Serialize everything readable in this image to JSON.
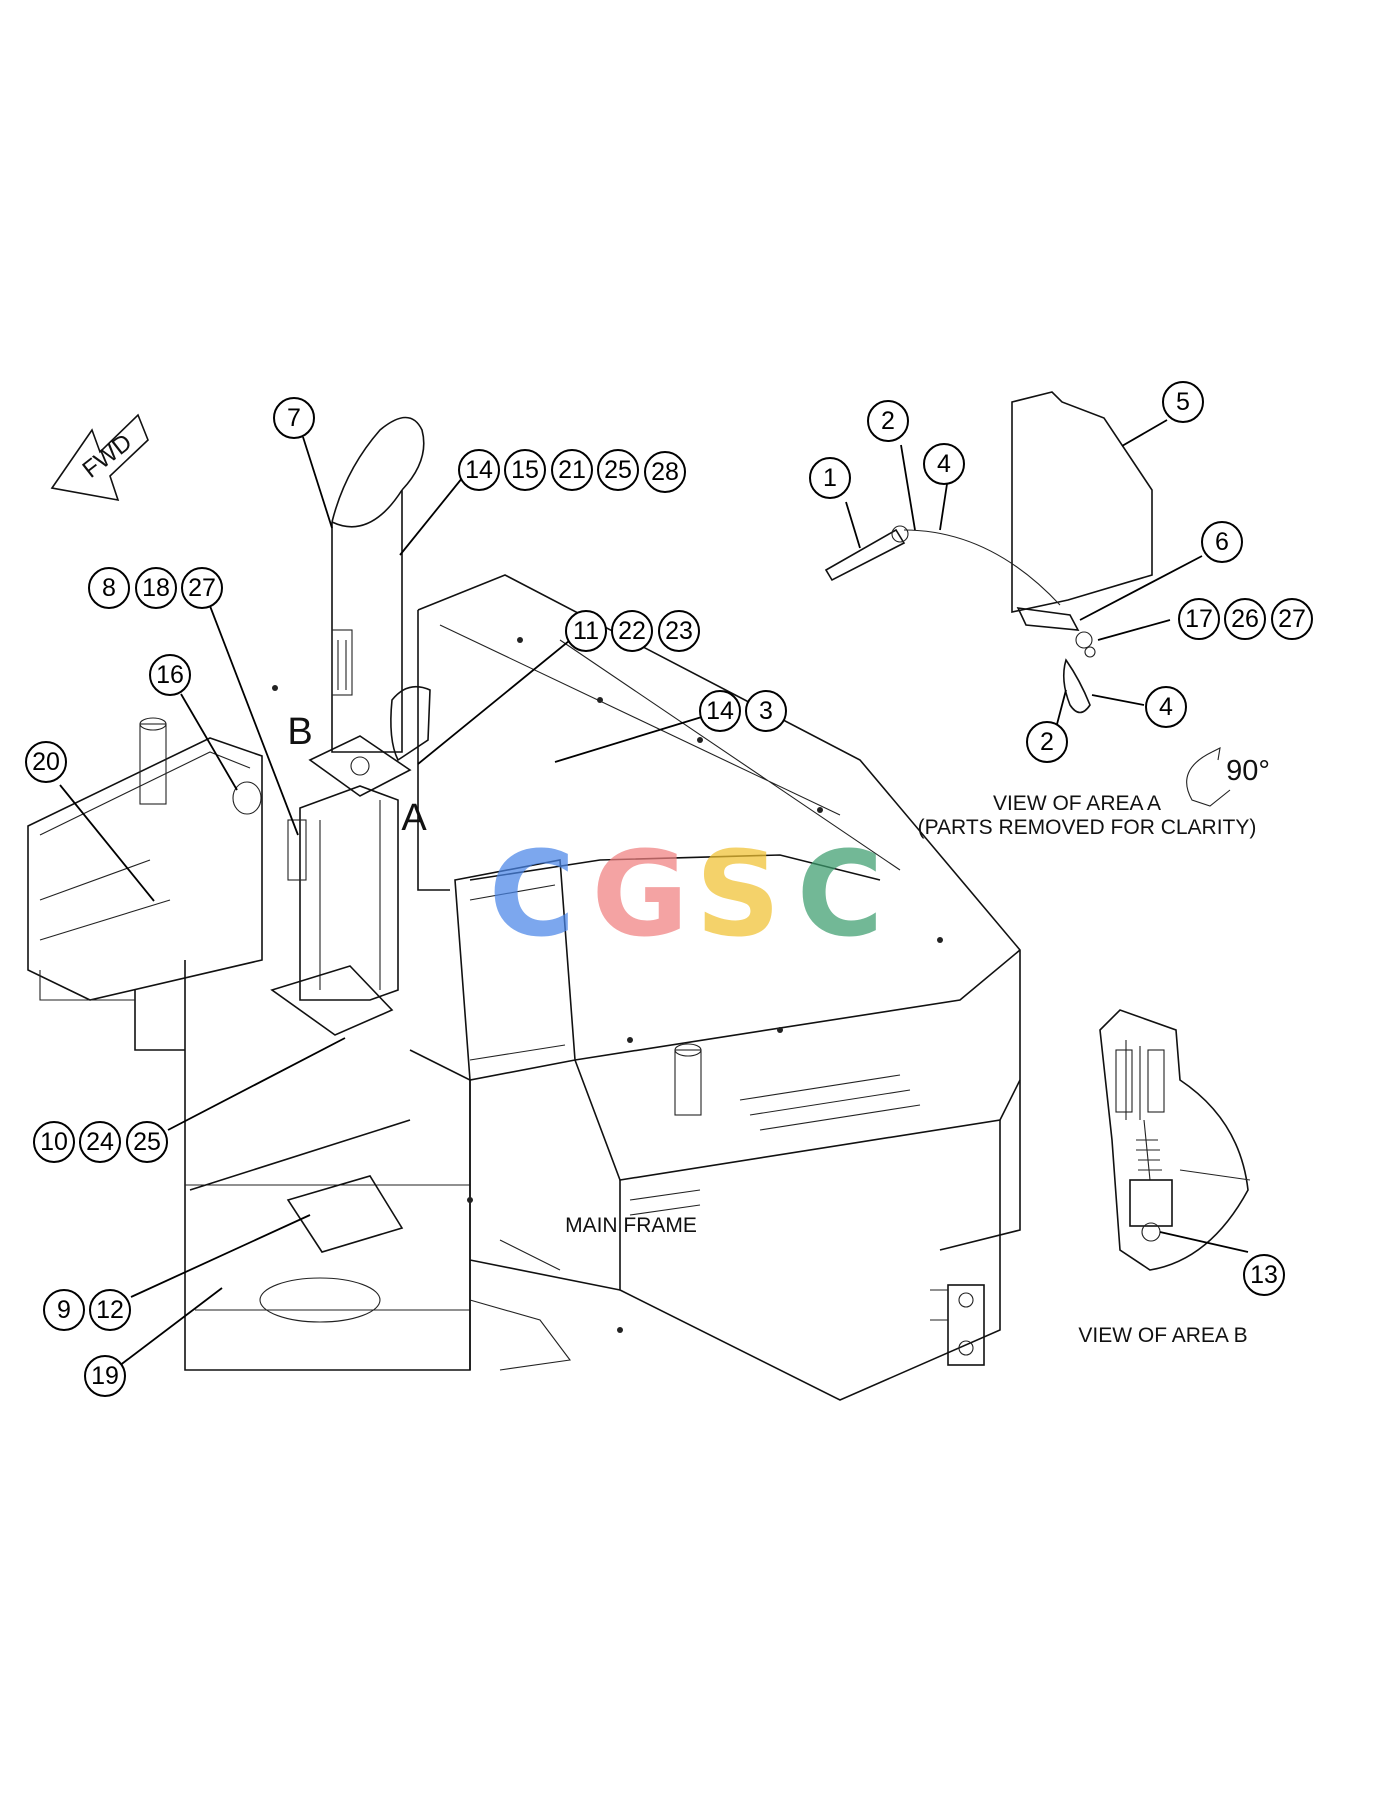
{
  "fwd_label": "FWD",
  "area_labels": {
    "a": "A",
    "b": "B"
  },
  "captions": {
    "view_a_line1": "VIEW OF AREA A",
    "view_a_line2": "(PARTS REMOVED FOR CLARITY)",
    "view_b": "VIEW OF AREA B",
    "main_frame": "MAIN FRAME",
    "rotation": "90°"
  },
  "callouts": {
    "c7": "7",
    "g1": [
      "14",
      "15",
      "21",
      "25",
      "28"
    ],
    "g2": [
      "8",
      "18",
      "27"
    ],
    "c16": "16",
    "g3": [
      "11",
      "22",
      "23"
    ],
    "g4": [
      "14",
      "3"
    ],
    "c20": "20",
    "g5": [
      "10",
      "24",
      "25"
    ],
    "g6": [
      "9",
      "12"
    ],
    "c19": "19",
    "va_1": "1",
    "va_2a": "2",
    "va_4a": "4",
    "va_5": "5",
    "va_6": "6",
    "g7": [
      "17",
      "26",
      "27"
    ],
    "va_4b": "4",
    "va_2b": "2",
    "c13": "13"
  },
  "watermark": {
    "letters": [
      "C",
      "G",
      "S",
      "C"
    ],
    "colors": [
      "#4a86e8",
      "#f08080",
      "#f1c232",
      "#3c9e6e"
    ]
  }
}
